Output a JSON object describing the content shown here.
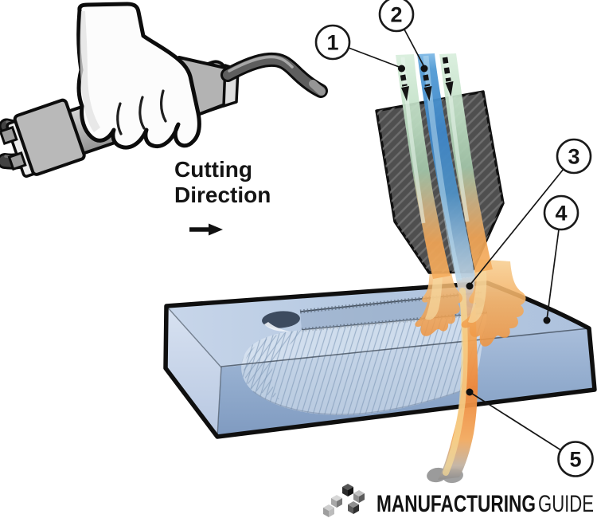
{
  "diagram": {
    "cutting_direction": {
      "line1": "Cutting",
      "line2": "Direction"
    },
    "callouts": [
      {
        "number": "1"
      },
      {
        "number": "2"
      },
      {
        "number": "3"
      },
      {
        "number": "4"
      },
      {
        "number": "5"
      }
    ],
    "logo": {
      "text_bold": "MANUFACTURING",
      "text_light": "GUIDE"
    },
    "colors": {
      "workpiece_top_blue": "#b5c8e1",
      "workpiece_front_blue": "#8fa9cb",
      "preheat_stream_green": "#cfe9d4",
      "cutting_oxygen_blue": "#3e86c6",
      "flame_orange": "#f0a050",
      "jet_orange": "#ee8638",
      "slag_gray": "#8e8e8e",
      "nozzle_gray": "#4d4d4d",
      "outline_black": "#111111"
    }
  }
}
